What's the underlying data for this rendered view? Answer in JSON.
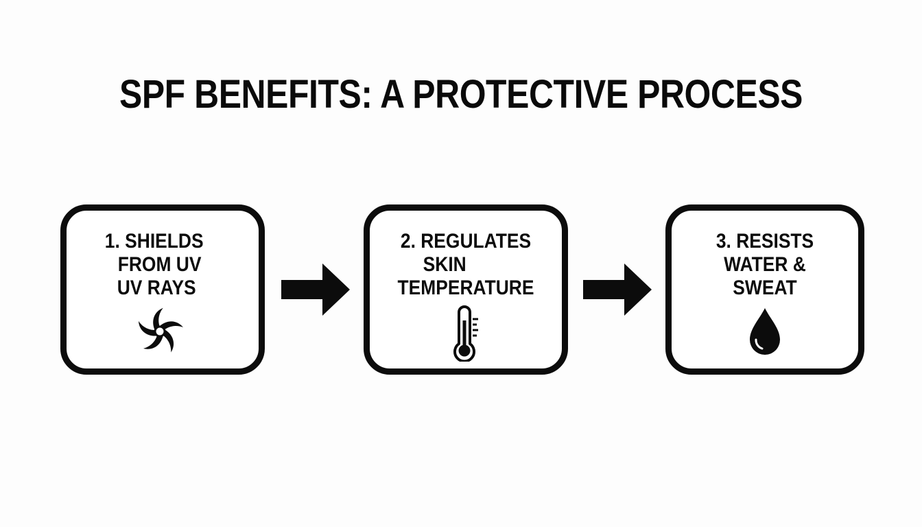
{
  "title": "SPF BENEFITS: A PROTECTIVE PROCESS",
  "colors": {
    "ink": "#0c0c0c",
    "background": "#fdfdfd",
    "box_fill": "#ffffff"
  },
  "steps": [
    {
      "lines": [
        "1. SHIELDS",
        "FROM UV",
        "UV RAYS"
      ],
      "icon": "swirl-icon"
    },
    {
      "lines": [
        "2. REGULATES",
        "SKIN",
        "TEMPERATURE"
      ],
      "icon": "thermometer-icon"
    },
    {
      "lines": [
        "3. RESISTS",
        "WATER &",
        "SWEAT"
      ],
      "icon": "water-drop-icon"
    }
  ],
  "connectors": [
    "arrow-right-icon",
    "arrow-right-icon"
  ]
}
